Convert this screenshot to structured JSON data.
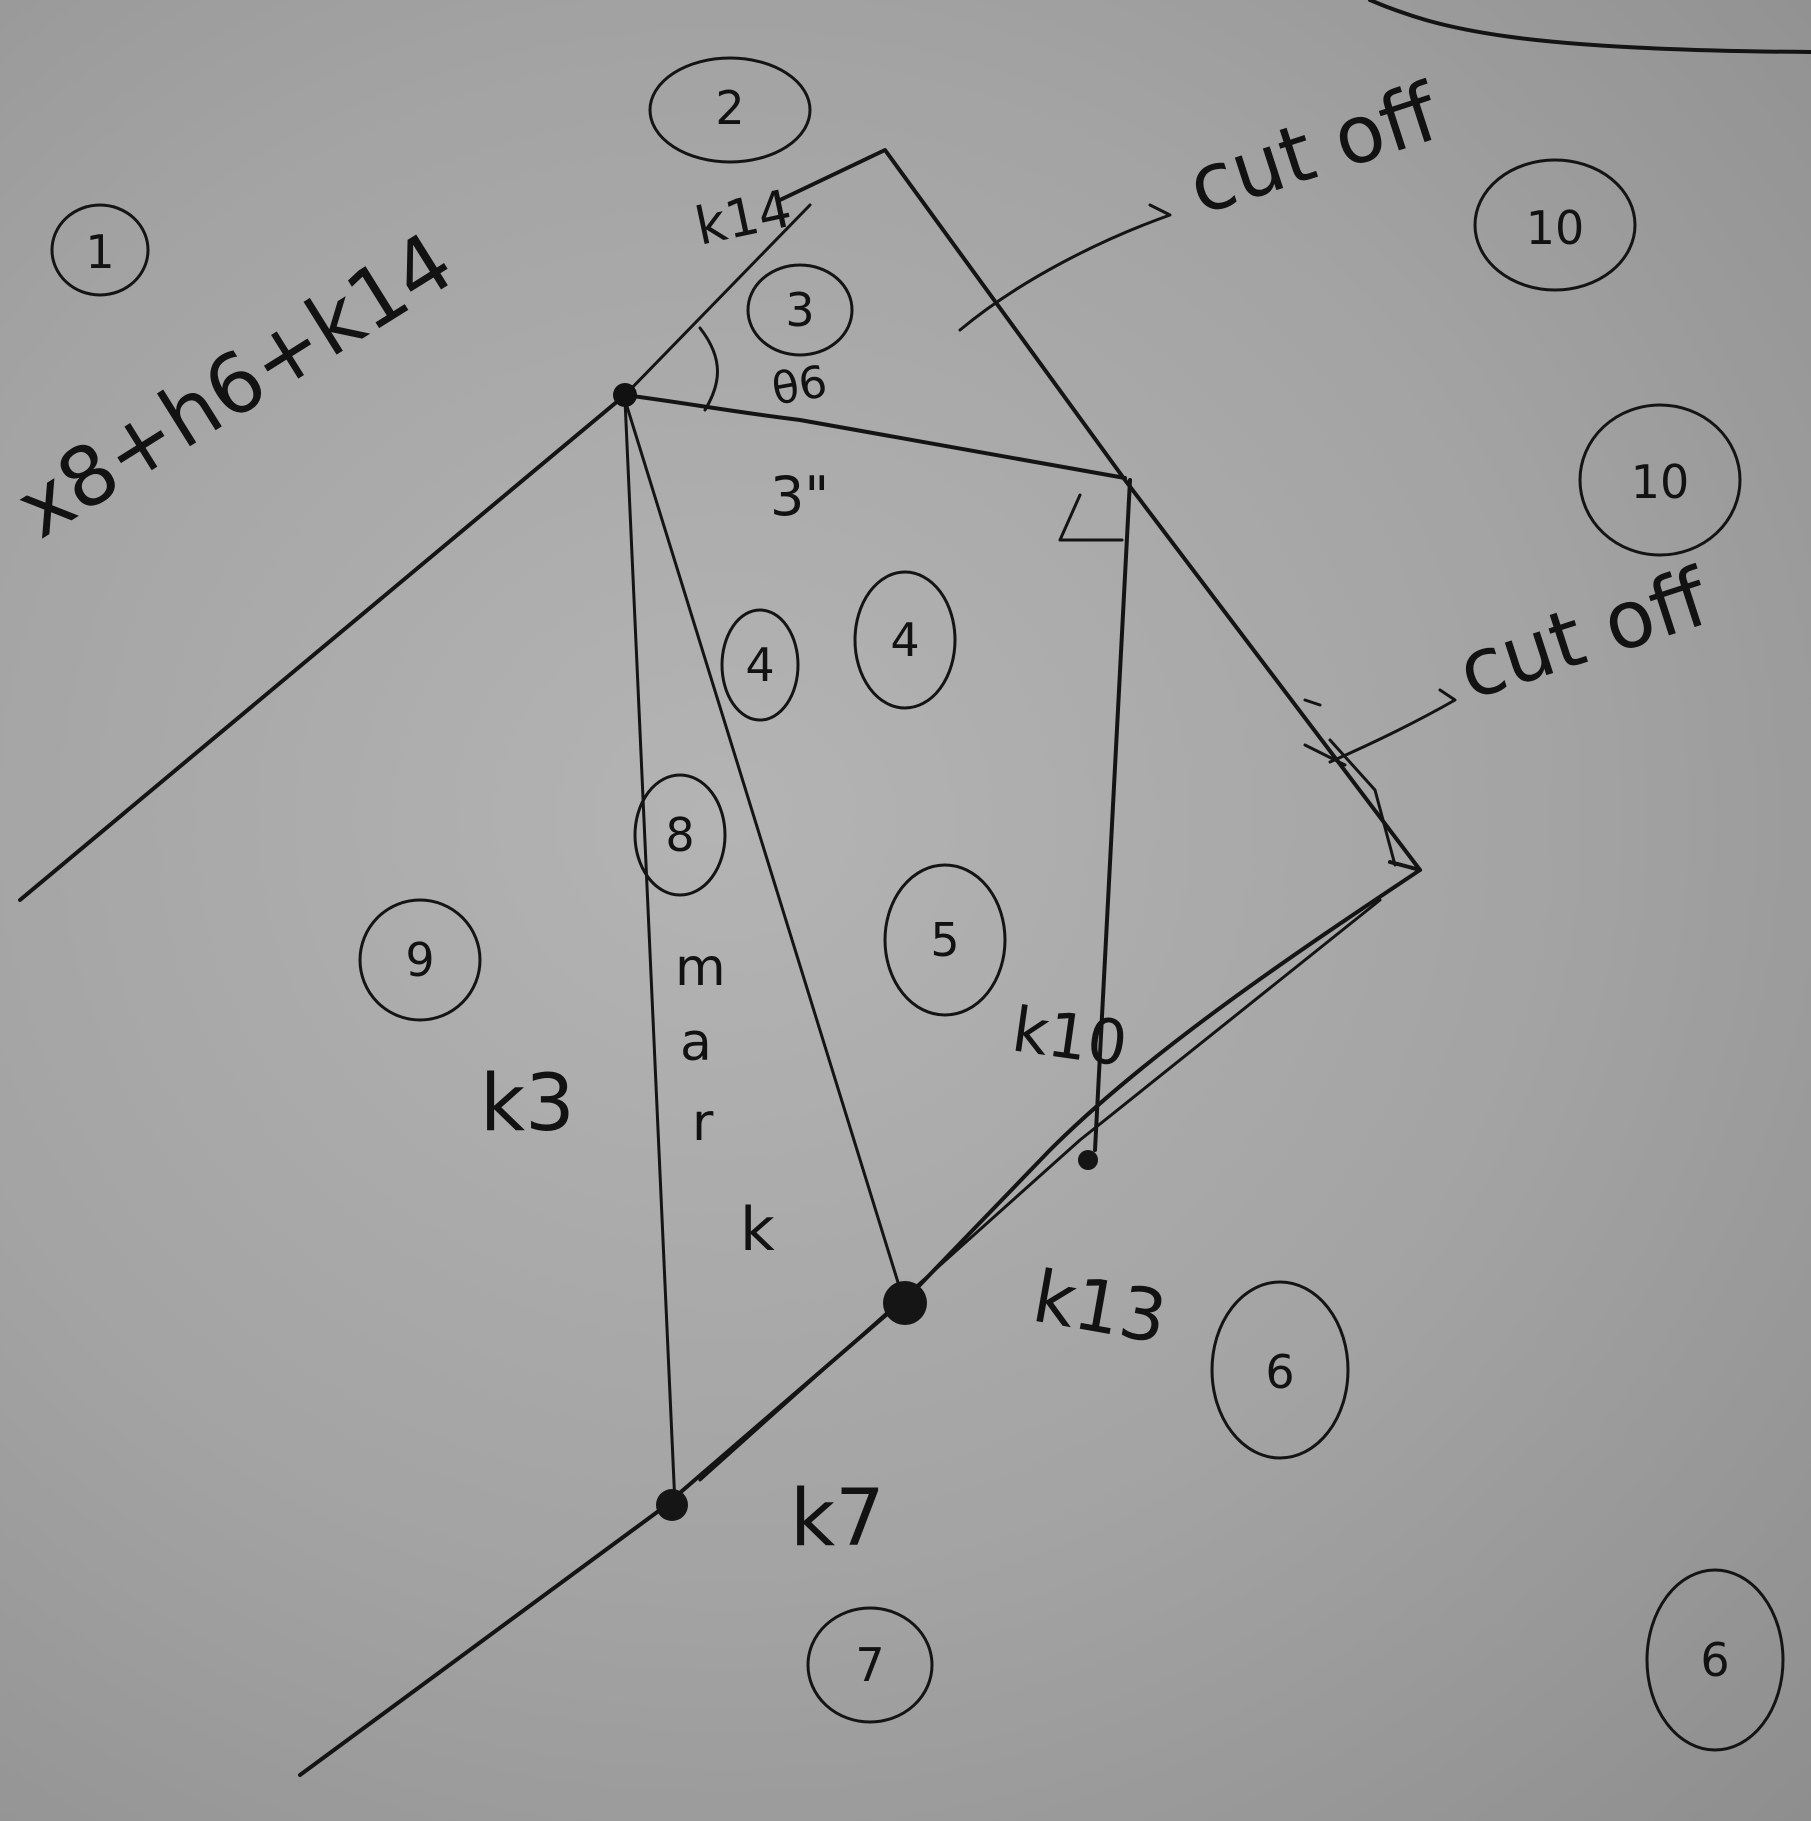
{
  "regions": [
    {
      "id": "r1",
      "label": "1"
    },
    {
      "id": "r2",
      "label": "2"
    },
    {
      "id": "r3",
      "label": "3"
    },
    {
      "id": "r4a",
      "label": "4"
    },
    {
      "id": "r4b",
      "label": "4"
    },
    {
      "id": "r5",
      "label": "5"
    },
    {
      "id": "r6a",
      "label": "6"
    },
    {
      "id": "r6b",
      "label": "6"
    },
    {
      "id": "r7",
      "label": "7"
    },
    {
      "id": "r8",
      "label": "8"
    },
    {
      "id": "r9",
      "label": "9"
    },
    {
      "id": "r10a",
      "label": "10"
    },
    {
      "id": "r10b",
      "label": "10"
    }
  ],
  "notes": {
    "top_left_formula": "x8+h6+k14",
    "k14": "k14",
    "angle": "θ6",
    "measure": "3\"",
    "cut_off_top": "cut off",
    "cut_off_right": "cut off",
    "mark": [
      "m",
      "a",
      "r",
      "k"
    ],
    "k3": "k3",
    "k10": "k10",
    "k13": "k13",
    "k7": "k7"
  }
}
